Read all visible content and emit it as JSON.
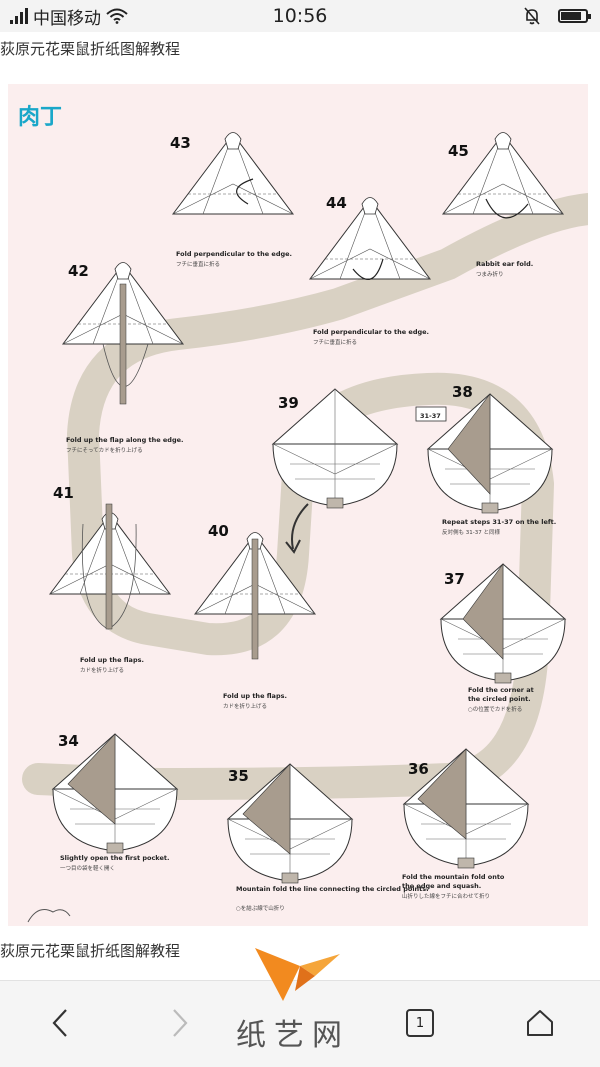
{
  "status_bar": {
    "carrier": "中国移动",
    "time": "10:56",
    "battery_level": 0.85
  },
  "page": {
    "caption_top": "荻原元花栗鼠折纸图解教程",
    "caption_bottom": "荻原元花栗鼠折纸图解教程"
  },
  "diagram": {
    "logo": "肉丁",
    "steps": [
      {
        "num": "34",
        "en": "Slightly open the first pocket.",
        "cn": "一つ目の袋を軽く開く"
      },
      {
        "num": "35",
        "en": "Mountain fold the line connecting the circled points.",
        "en2": "connecting the circled points.",
        "cn": "○を結ぶ線で山折り"
      },
      {
        "num": "36",
        "en": "Fold the mountain fold onto",
        "en2": "the edge and squash.",
        "cn": "山折りした線をフチに合わせて折り"
      },
      {
        "num": "37",
        "en": "Fold the corner at",
        "en2": "the circled point.",
        "cn": "○の位置でカドを折る"
      },
      {
        "num": "38",
        "label": "31-37",
        "en": "Repeat steps 31-37 on the left.",
        "cn": "反対側も 31-37 と同様"
      },
      {
        "num": "39"
      },
      {
        "num": "40",
        "en": "Fold up the flaps.",
        "cn": "カドを折り上げる"
      },
      {
        "num": "41",
        "en": "Fold up the flaps.",
        "cn": "カドを折り上げる"
      },
      {
        "num": "42",
        "en": "Fold up the flap along the edge.",
        "cn": "フチにそってカドを折り上げる"
      },
      {
        "num": "43",
        "en": "Fold perpendicular to the edge.",
        "cn": "フチに垂直に折る"
      },
      {
        "num": "44",
        "en": "Fold perpendicular to the edge.",
        "cn": "フチに垂直に折る"
      },
      {
        "num": "45",
        "en": "Rabbit ear fold.",
        "cn": "つまみ折り"
      }
    ]
  },
  "bottom_nav": {
    "tab_count": "1",
    "brand": "纸艺网"
  }
}
